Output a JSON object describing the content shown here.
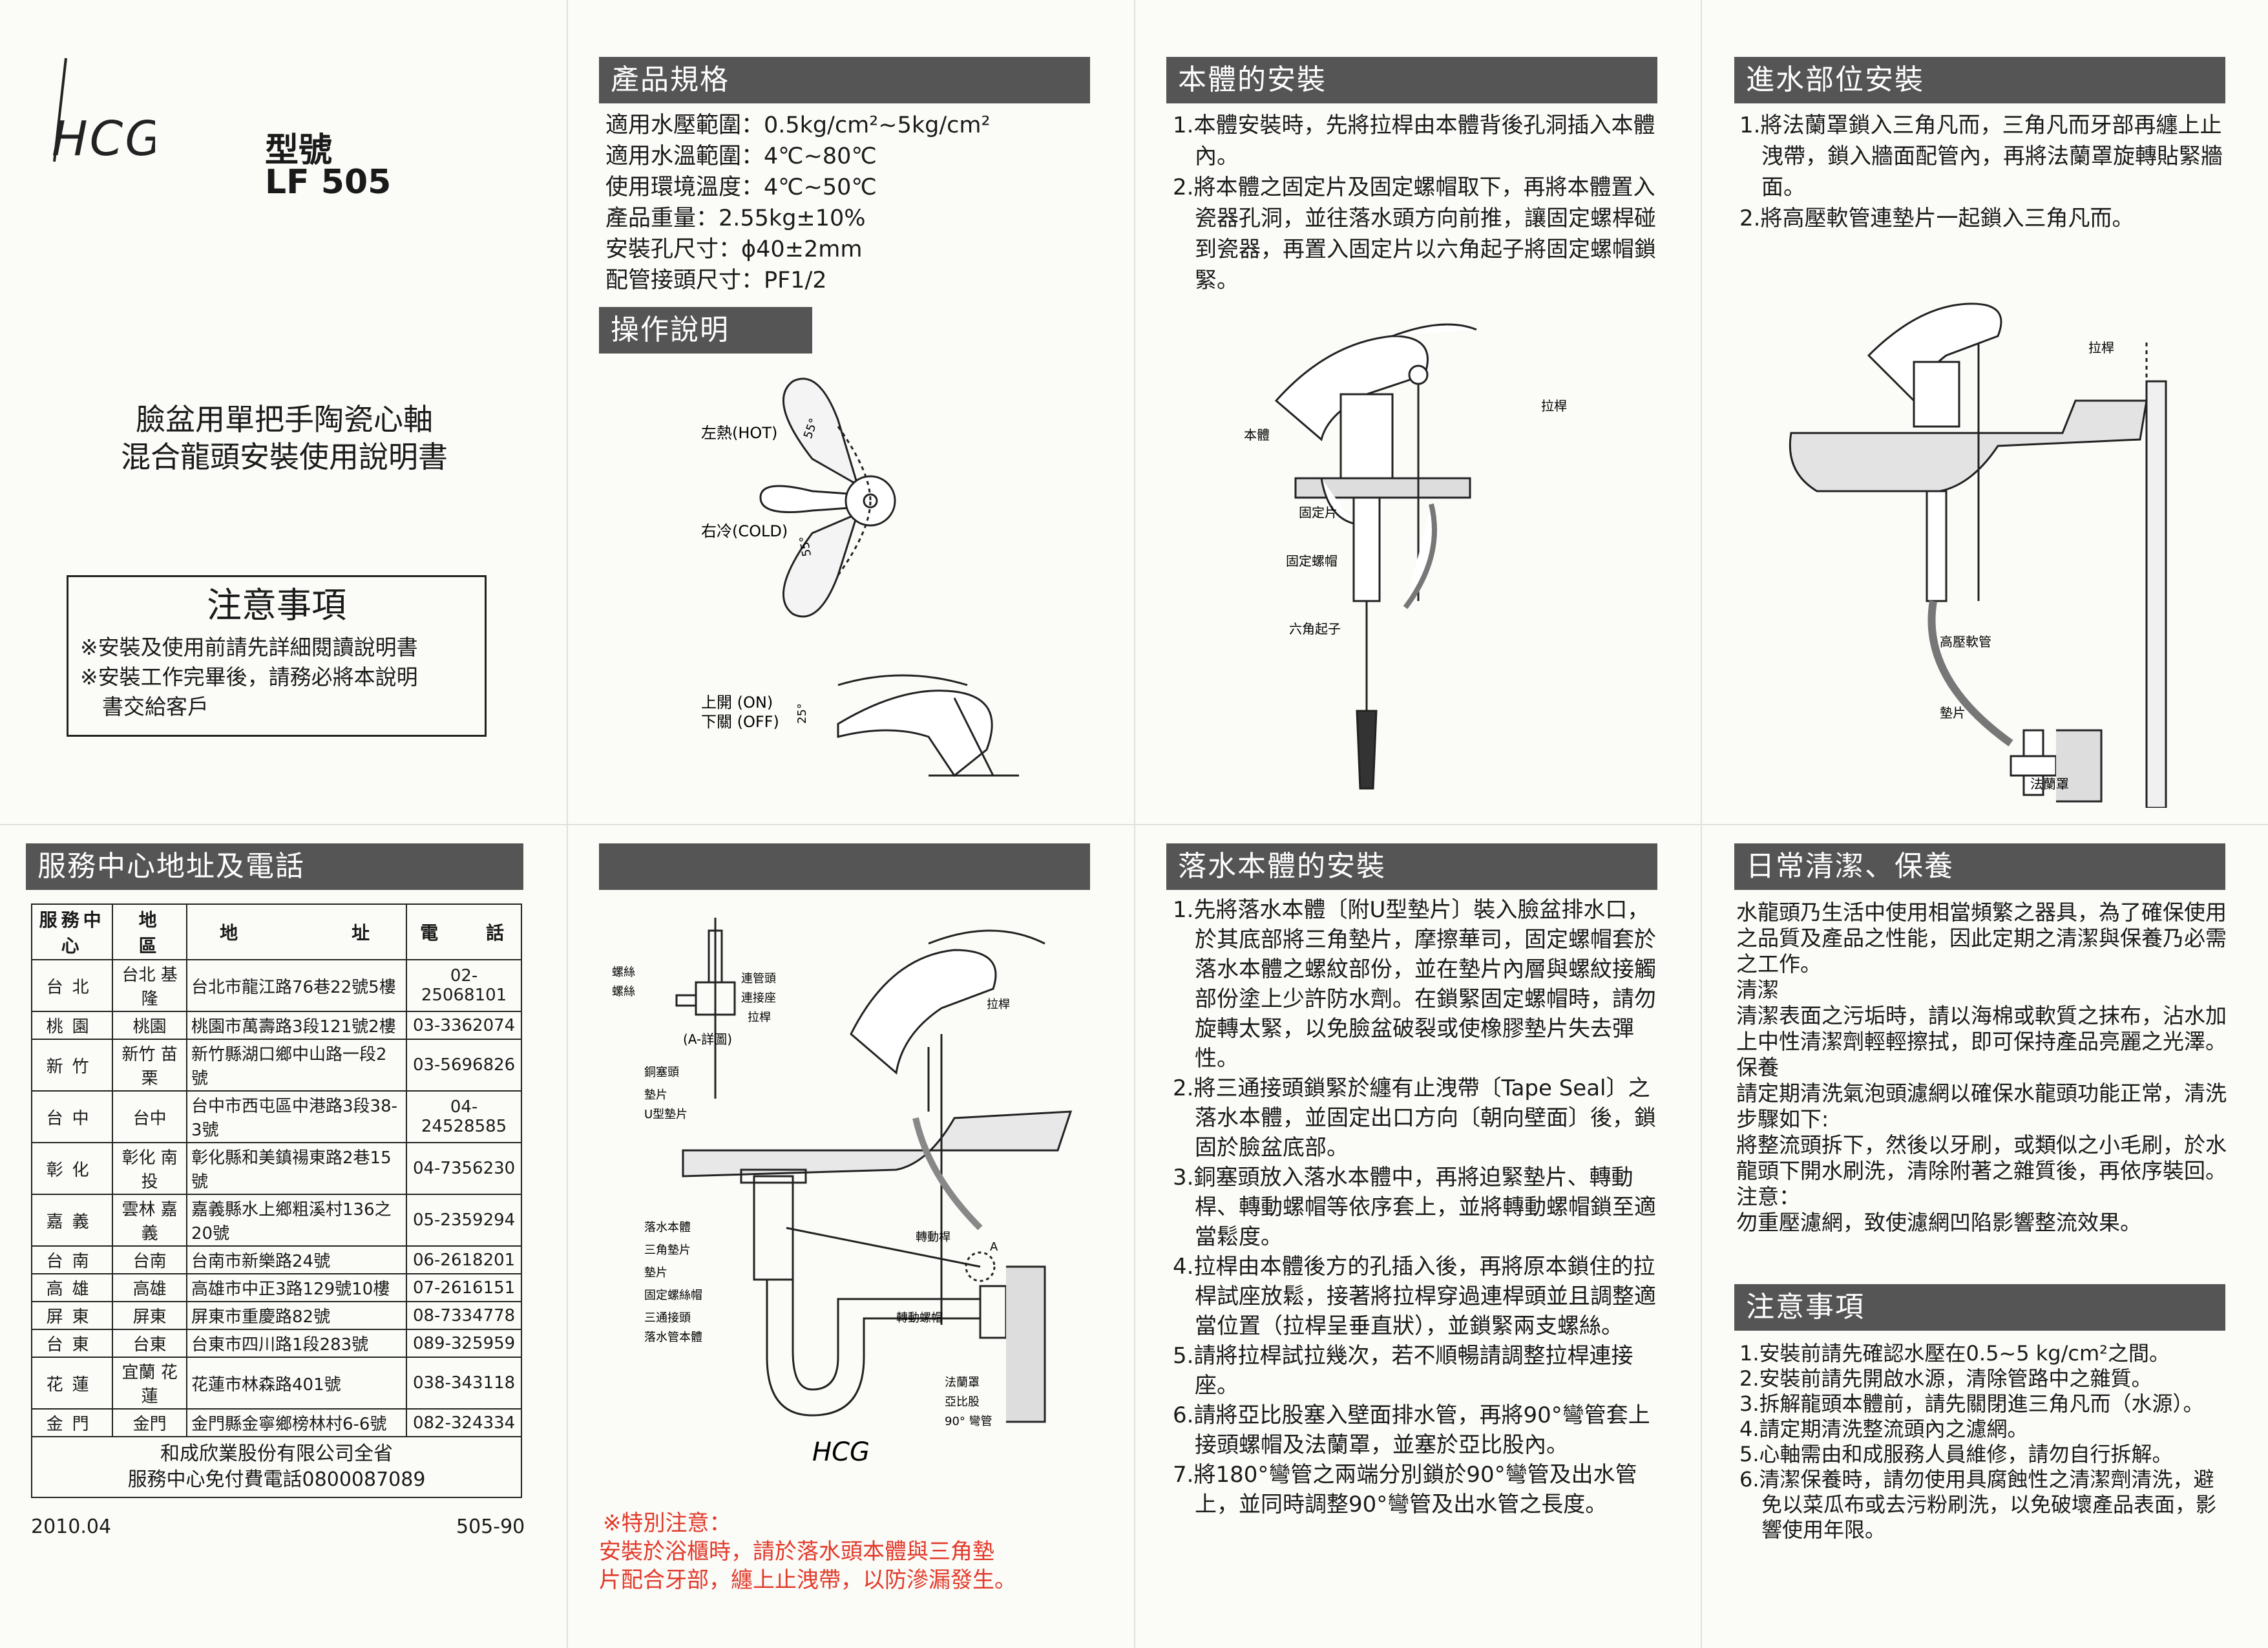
{
  "logo": "HCG",
  "model": {
    "label": "型號",
    "value": "LF 505"
  },
  "title": {
    "line1": "臉盆用單把手陶瓷心軸",
    "line2": "混合龍頭安裝使用說明書"
  },
  "notice_box": {
    "title": "注意事項",
    "line1": "※安裝及使用前請先詳細閱讀說明書",
    "line2": "※安裝工作完畢後，請務必將本說明",
    "line3": "書交給客戶"
  },
  "service": {
    "heading": "服務中心地址及電話",
    "headers": [
      "服務中心",
      "地　區",
      "地　　　　　址",
      "電　　話"
    ],
    "rows": [
      {
        "center": "台北",
        "area": "台北 基隆",
        "address": "台北市龍江路76巷22號5樓",
        "phone": "02-25068101"
      },
      {
        "center": "桃園",
        "area": "桃園",
        "address": "桃園市萬壽路3段121號2樓",
        "phone": "03-3362074"
      },
      {
        "center": "新竹",
        "area": "新竹 苗栗",
        "address": "新竹縣湖口鄉中山路一段2號",
        "phone": "03-5696826"
      },
      {
        "center": "台中",
        "area": "台中",
        "address": "台中市西屯區中港路3段38-3號",
        "phone": "04-24528585"
      },
      {
        "center": "彰化",
        "area": "彰化 南投",
        "address": "彰化縣和美鎮禓東路2巷15號",
        "phone": "04-7356230"
      },
      {
        "center": "嘉義",
        "area": "雲林 嘉義",
        "address": "嘉義縣水上鄉粗溪村136之20號",
        "phone": "05-2359294"
      },
      {
        "center": "台南",
        "area": "台南",
        "address": "台南市新樂路24號",
        "phone": "06-2618201"
      },
      {
        "center": "高雄",
        "area": "高雄",
        "address": "高雄市中正3路129號10樓",
        "phone": "07-2616151"
      },
      {
        "center": "屏東",
        "area": "屏東",
        "address": "屏東市重慶路82號",
        "phone": "08-7334778"
      },
      {
        "center": "台東",
        "area": "台東",
        "address": "台東市四川路1段283號",
        "phone": "089-325959"
      },
      {
        "center": "花蓮",
        "area": "宜蘭 花蓮",
        "address": "花蓮市林森路401號",
        "phone": "038-343118"
      },
      {
        "center": "金門",
        "area": "金門",
        "address": "金門縣金寧鄉榜林村6-6號",
        "phone": "082-324334"
      }
    ],
    "footer1": "和成欣業股份有限公司全省",
    "footer2": "服務中心免付費電話0800087089"
  },
  "date": "2010.04",
  "code": "505-90",
  "spec": {
    "heading": "產品規格",
    "lines": [
      "適用水壓範圍：0.5kg/cm²~5kg/cm²",
      "適用水溫範圍：4℃~80℃",
      "使用環境溫度：4℃~50℃",
      "產品重量：2.55kg±10%",
      "安裝孔尺寸：ϕ40±2mm",
      "配管接頭尺寸：PF1/2"
    ]
  },
  "operation": {
    "heading": "操作說明",
    "hot": "左熱(HOT)",
    "cold": "右冷(COLD)",
    "on": "上開 (ON)",
    "off": "下關 (OFF)",
    "angle1": "55°",
    "angle2": "55°",
    "angle3": "25°"
  },
  "drain_diagram": {
    "labels": [
      "螺絲",
      "螺絲",
      "連管頭",
      "連接座",
      "拉桿",
      "(A-詳圖)",
      "銅塞頭",
      "墊片",
      "U型墊片",
      "拉桿",
      "落水本體",
      "三角墊片",
      "墊片",
      "固定螺絲帽",
      "三通接頭",
      "落水管本體",
      "轉動桿",
      "轉動螺帽",
      "A",
      "法蘭罩",
      "亞比股",
      "90° 彎管"
    ],
    "logo": "HCG"
  },
  "special_note": {
    "title": "※特別注意：",
    "line1": "安裝於浴櫃時，請於落水頭本體與三角墊",
    "line2": "片配合牙部，纏上止洩帶，以防滲漏發生。"
  },
  "body_install": {
    "heading": "本體的安裝",
    "steps": [
      "1.本體安裝時，先將拉桿由本體背後孔洞插入本體內。",
      "2.將本體之固定片及固定螺帽取下，再將本體置入瓷器孔洞，並往落水頭方向前推，讓固定螺桿碰到瓷器，再置入固定片以六角起子將固定螺帽鎖緊。"
    ],
    "diagram_labels": {
      "lever": "拉桿",
      "body": "本體",
      "plate": "固定片",
      "nut": "固定螺帽",
      "hex": "六角起子"
    }
  },
  "drain_install": {
    "heading": "落水本體的安裝",
    "steps": [
      "1.先將落水本體〔附U型墊片〕裝入臉盆排水口，於其底部將三角墊片，摩擦華司，固定螺帽套於落水本體之螺紋部份，並在墊片內層與螺紋接觸部份塗上少許防水劑。在鎖緊固定螺帽時，請勿旋轉太緊，以免臉盆破裂或使橡膠墊片失去彈性。",
      "2.將三通接頭鎖緊於纏有止洩帶〔Tape Seal〕之落水本體，並固定出口方向〔朝向壁面〕後，鎖固於臉盆底部。",
      "3.銅塞頭放入落水本體中，再將迫緊墊片、轉動桿、轉動螺帽等依序套上，並將轉動螺帽鎖至適當鬆度。",
      "4.拉桿由本體後方的孔插入後，再將原本鎖住的拉桿試座放鬆，接著將拉桿穿過連桿頭並且調整適當位置（拉桿呈垂直狀），並鎖緊兩支螺絲。",
      "5.請將拉桿試拉幾次，若不順暢請調整拉桿連接座。",
      "6.請將亞比股塞入壁面排水管，再將90°彎管套上接頭螺帽及法蘭罩，並塞於亞比股內。",
      "7.將180°彎管之兩端分別鎖於90°彎管及出水管上，並同時調整90°彎管及出水管之長度。"
    ]
  },
  "inlet": {
    "heading": "進水部位安裝",
    "steps": [
      "1.將法蘭罩鎖入三角凡而，三角凡而牙部再纏上止洩帶，鎖入牆面配管內，再將法蘭罩旋轉貼緊牆面。",
      "2.將高壓軟管連墊片一起鎖入三角凡而。"
    ],
    "diagram_labels": {
      "lever": "拉桿",
      "hose": "高壓軟管",
      "washer": "墊片",
      "flange": "法蘭罩"
    }
  },
  "care": {
    "heading": "日常清潔、保養",
    "lines": [
      "水龍頭乃生活中使用相當頻繁之器具，為了確保使用之品質及產品之性能，因此定期之清潔與保養乃必需之工作。",
      "清潔",
      "清潔表面之污垢時，請以海棉或軟質之抹布，沾水加上中性清潔劑輕輕擦拭，即可保持產品亮麗之光澤。",
      "保養",
      "請定期清洗氣泡頭濾網以確保水龍頭功能正常，清洗步驟如下:",
      "將整流頭拆下，然後以牙刷，或類似之小毛刷，於水龍頭下開水刷洗，清除附著之雜質後，再依序裝回。",
      "注意：",
      "勿重壓濾網，致使濾網凹陷影響整流效果。"
    ]
  },
  "notes": {
    "heading": "注意事項",
    "steps": [
      "1.安裝前請先確認水壓在0.5~5 kg/cm²之間。",
      "2.安裝前請先開啟水源，清除管路中之雜質。",
      "3.拆解龍頭本體前，請先關閉進三角凡而（水源）。",
      "4.請定期清洗整流頭內之濾網。",
      "5.心軸需由和成服務人員維修，請勿自行拆解。",
      "6.清潔保養時，請勿使用具腐蝕性之清潔劑清洗，避免以菜瓜布或去污粉刷洗，以免破壞產品表面，影響使用年限。"
    ]
  }
}
